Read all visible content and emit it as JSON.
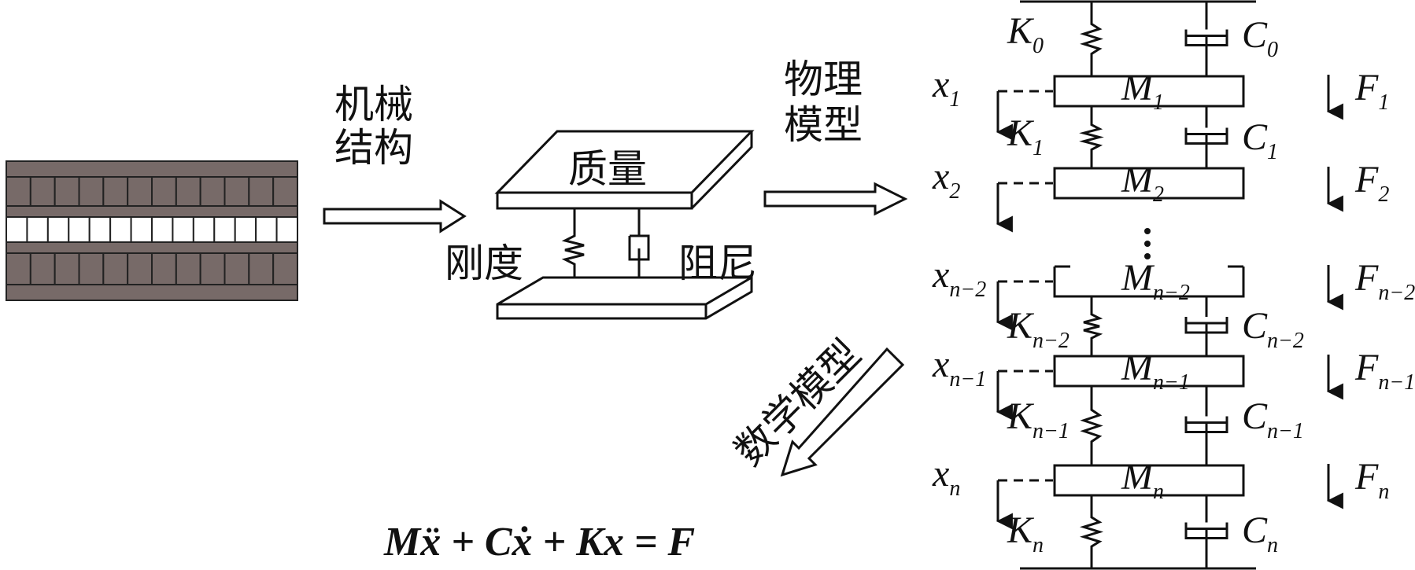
{
  "flow_labels": {
    "mechanical_structure": [
      "机械",
      "结构"
    ],
    "mass": "质量",
    "stiffness": "刚度",
    "damping": "阻尼",
    "physical_model": [
      "物理",
      "模型"
    ],
    "math_model": "数学模型"
  },
  "equation": "Mẍ + Cẋ + Kx = F",
  "levels": [
    {
      "x": [
        "x",
        "1"
      ],
      "m": [
        "M",
        "1"
      ],
      "f": [
        "F",
        "1"
      ]
    },
    {
      "x": [
        "x",
        "2"
      ],
      "m": [
        "M",
        "2"
      ],
      "f": [
        "F",
        "2"
      ]
    },
    {
      "x": [
        "x",
        "n−2"
      ],
      "m": [
        "M",
        "n−2"
      ],
      "f": [
        "F",
        "n−2"
      ]
    },
    {
      "x": [
        "x",
        "n−1"
      ],
      "m": [
        "M",
        "n−1"
      ],
      "f": [
        "F",
        "n−1"
      ]
    },
    {
      "x": [
        "x",
        "n"
      ],
      "m": [
        "M",
        "n"
      ],
      "f": [
        "F",
        "n"
      ]
    }
  ],
  "springs": [
    [
      "K",
      "0"
    ],
    [
      "K",
      "1"
    ],
    [
      "K",
      "n−2"
    ],
    [
      "K",
      "n−1"
    ],
    [
      "K",
      "n"
    ]
  ],
  "dampers": [
    [
      "C",
      "0"
    ],
    [
      "C",
      "1"
    ],
    [
      "C",
      "n−2"
    ],
    [
      "C",
      "n−1"
    ],
    [
      "C",
      "n"
    ]
  ],
  "colors": {
    "block": "#776a68",
    "line": "#111111"
  }
}
